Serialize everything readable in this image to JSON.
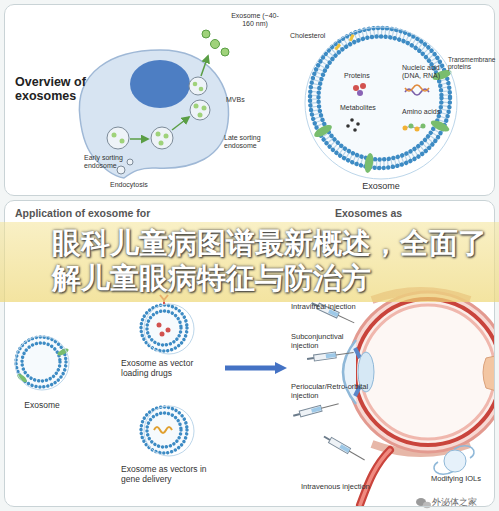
{
  "diagram": {
    "title": "眼科儿童病图谱最新概述，全面了解儿童眼病特征与防治方",
    "nodes": [
      {
        "text": [
          "Overview of exosomes"
        ]
      },
      {
        "text": [
          "Exosome"
        ],
        "in": 0
      },
      {
        "text": [
          "Application of exosome for",
          "Exosomes as"
        ]
      },
      {
        "text": [
          "Exosome"
        ],
        "in": 2
      },
      {
        "text": [
          "Exosome as vector loading drugs"
        ],
        "in": 2
      },
      {
        "text": [
          "Exosome as vectors in gene delivery"
        ],
        "in": 2
      },
      {
        "text": [
          "Intravitreal injection",
          "Subconjunctival injection",
          "Periocular/Retro-orbital injection",
          "Intravenous injection"
        ],
        "in": 2
      },
      {
        "text": [
          "Modifying IOLs"
        ],
        "in": 2
      }
    ],
    "edges": [
      {
        "from": 4,
        "to": 6,
        "arrow": "to"
      }
    ],
    "labels": [
      "Exosome (~40-160 nm)",
      "MVBs",
      "Late sorting endosome",
      "Early sorting endosome",
      "Endocytosis",
      "Cholesterol",
      "Proteins",
      "Nucleic acid (DNA, RNA)",
      "Metabolites",
      "Amino acids",
      "Transmembrane proteins",
      "外泌体之家"
    ]
  }
}
